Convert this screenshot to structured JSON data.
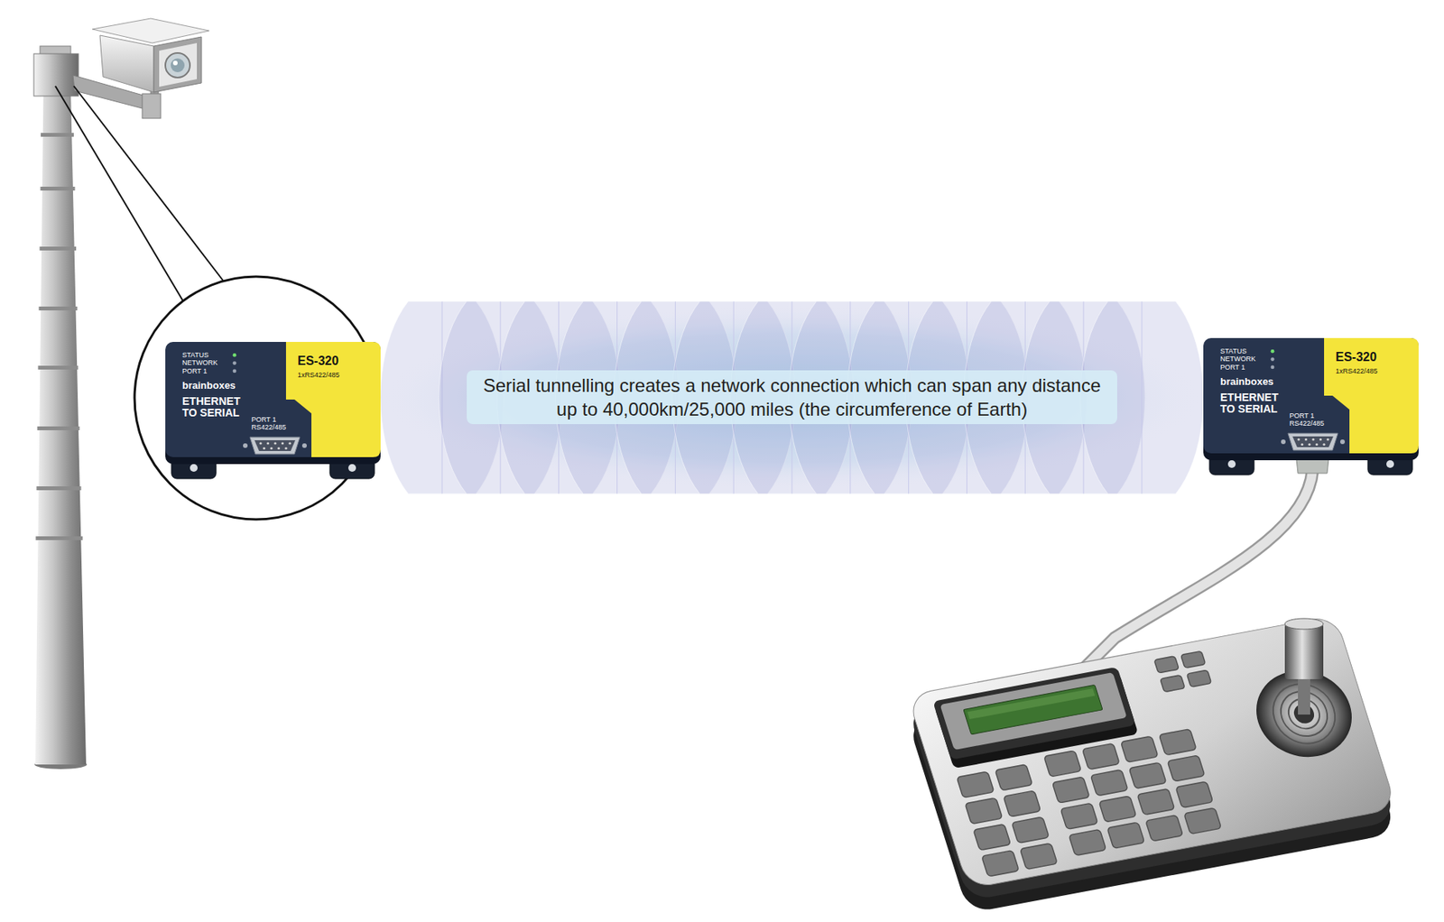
{
  "diagram": {
    "nodes": [
      {
        "text": [
          "STATUS NETWORK PORT 1",
          "brainboxes",
          "ETHERNET TO SERIAL",
          "PORT 1 RS422/485",
          "ES-320",
          "1xRS422/485"
        ]
      },
      {
        "text": [
          "STATUS NETWORK PORT 1",
          "brainboxes",
          "ETHERNET TO SERIAL",
          "PORT 1 RS422/485",
          "ES-320",
          "1xRS422/485"
        ]
      }
    ],
    "edges": [
      {
        "from": 0,
        "to": 1,
        "arrow": "none",
        "label": "Serial tunnelling creates a network connection which can span any distance up to 40,000km/25,000 miles (the circumference of Earth)"
      }
    ]
  }
}
